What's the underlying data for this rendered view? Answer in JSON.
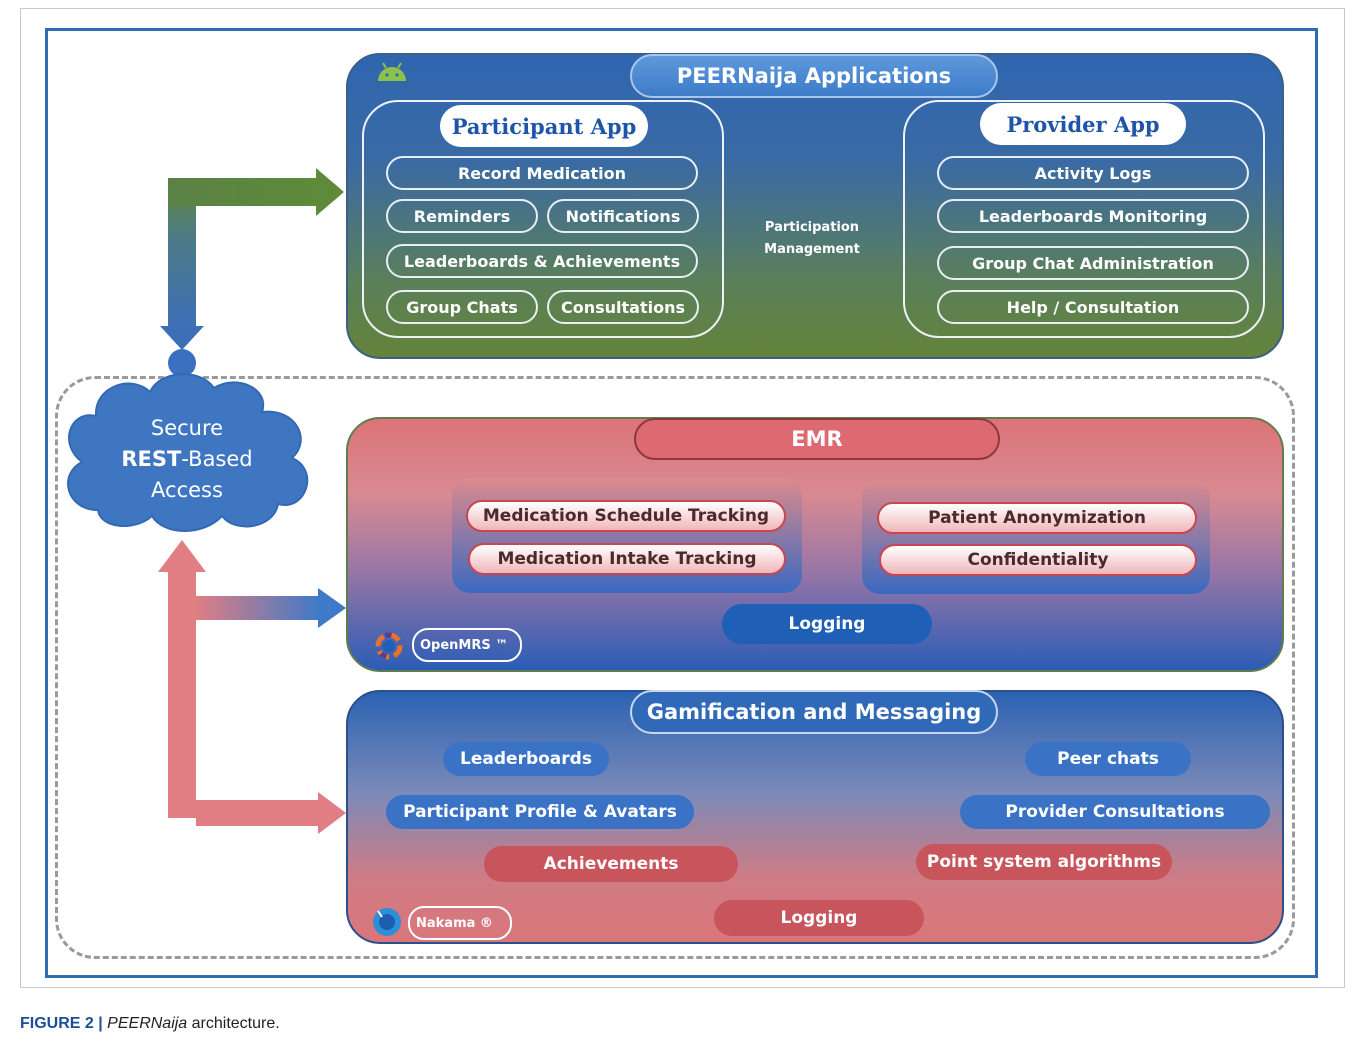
{
  "figure": {
    "caption_label": "FIGURE 2 |",
    "caption_name": "PEERNaija",
    "caption_rest": " architecture."
  },
  "cloud": {
    "line1": "Secure",
    "line2_bold": "REST",
    "line2_rest": "-Based",
    "line3": "Access"
  },
  "apps": {
    "title": "PEERNaija Applications",
    "participant": {
      "title": "Participant App",
      "items": [
        "Record Medication",
        "Reminders",
        "Notifications",
        "Leaderboards & Achievements",
        "Group Chats",
        "Consultations"
      ]
    },
    "provider": {
      "title": "Provider App",
      "items": [
        "Activity Logs",
        "Leaderboards Monitoring",
        "Group Chat Administration",
        "Help / Consultation"
      ]
    },
    "link_label_1": "Participation",
    "link_label_2": "Management"
  },
  "emr": {
    "title": "EMR",
    "items": [
      "Medication Schedule Tracking",
      "Medication Intake Tracking",
      "Patient Anonymization",
      "Confidentiality"
    ],
    "logging": "Logging",
    "badge": "OpenMRS ™"
  },
  "gamification": {
    "title": "Gamification and Messaging",
    "items": [
      "Leaderboards",
      "Peer chats",
      "Participant Profile & Avatars",
      "Provider Consultations",
      "Achievements",
      "Point system algorithms"
    ],
    "logging": "Logging",
    "badge": "Nakama ®"
  },
  "colors": {
    "frame_blue": "#2f6db3",
    "apps_top": "#2f66b0",
    "apps_bottom": "#63843b",
    "emr_red": "#dc6a70",
    "arrow_pink": "#e07e84",
    "arrow_green": "#5f8a3a"
  },
  "icons": [
    "android-icon",
    "openmrs-icon",
    "nakama-icon",
    "hub-sphere-icon",
    "cloud-icon"
  ]
}
